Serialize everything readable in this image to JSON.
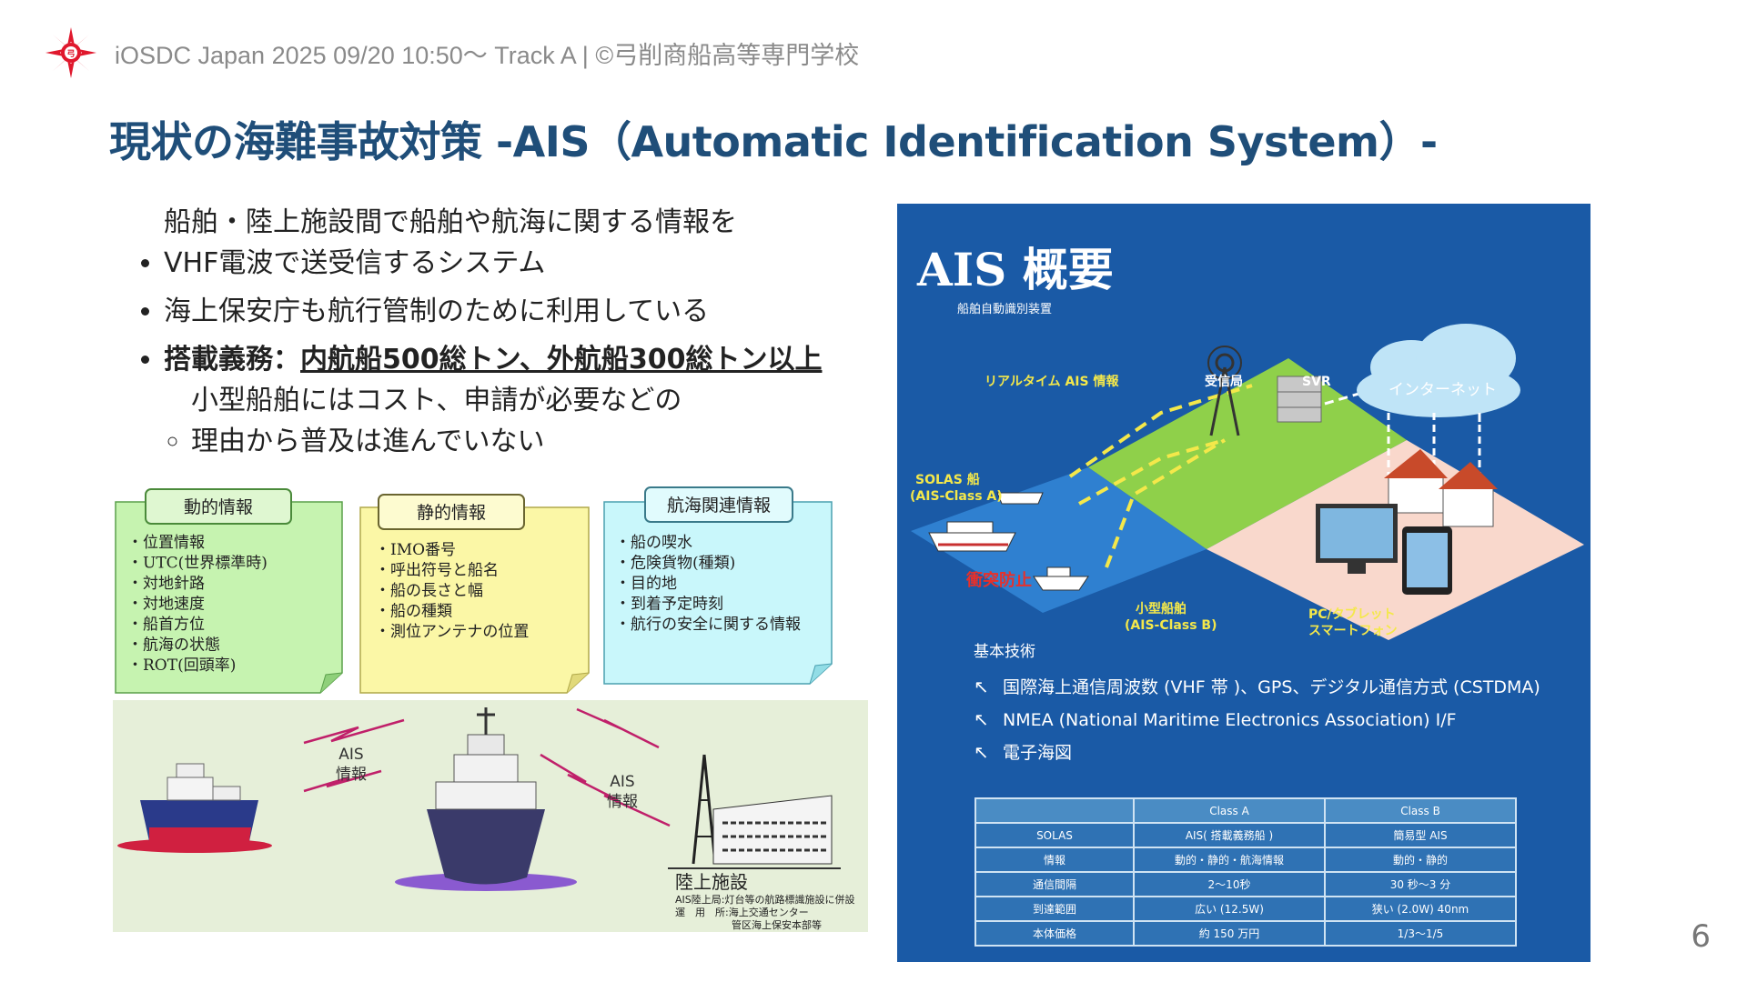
{
  "header": {
    "text": "iOSDC Japan 2025 09/20 10:50〜 Track A | ©弓削商船高等専門学校"
  },
  "title": "現状の海難事故対策 -AIS（Automatic Identification System）-",
  "bullets": {
    "b1": "船舶・陸上施設間で船舶や航海に関する情報を VHF電波で送受信するシステム",
    "b2": "海上保安庁も航行管制のために利用している",
    "b3_label": "搭載義務：",
    "b3_value": "内航船500総トン、外航船300総トン以上",
    "b3_sub": "小型船舶にはコスト、申請が必要などの 理由から普及は進んでいない"
  },
  "left_figure": {
    "dynamic": {
      "title": "動的情報",
      "items": [
        "・位置情報",
        "・UTC(世界標準時)",
        "・対地針路",
        "・対地速度",
        "・船首方位",
        "・航海の状態",
        "・ROT(回頭率)"
      ]
    },
    "static": {
      "title": "静的情報",
      "items": [
        "・IMO番号",
        "・呼出符号と船名",
        "・船の長さと幅",
        "・船の種類",
        "・測位アンテナの位置"
      ]
    },
    "voyage": {
      "title": "航海関連情報",
      "items": [
        "・船の喫水",
        "・危険貨物(種類)",
        "・目的地",
        "・到着予定時刻",
        "・航行の安全に関する情報"
      ]
    },
    "ais_label1": [
      "AIS",
      "情報"
    ],
    "ais_label2": [
      "AIS",
      "情報"
    ],
    "land_title": "陸上施設",
    "land_notes": [
      "AIS陸上局:灯台等の航路標識施設に併設",
      "運　用　所:海上交通センター",
      "管区海上保安本部等"
    ]
  },
  "right_figure": {
    "heading": "AIS 概要",
    "subheading": "船舶自動識別装置",
    "labels": {
      "realtime": "リアルタイム AIS 情報",
      "station": "受信局",
      "svr": "SVR",
      "internet": "インターネット",
      "solas": [
        "SOLAS 船",
        "(AIS-Class A)"
      ],
      "collision": "衝突防止",
      "small": [
        "小型船舶",
        "(AIS-Class B)"
      ],
      "pc": [
        "PC/タブレット",
        "スマートフォン"
      ]
    },
    "tech_title": "基本技術",
    "tech_items": [
      "国際海上通信周波数 (VHF 帯 )、GPS、デジタル通信方式 (CSTDMA)",
      "NMEA (National Maritime Electronics Association) I/F",
      "電子海図"
    ],
    "table": {
      "headers": [
        "",
        "Class A",
        "Class B"
      ],
      "rows": [
        [
          "SOLAS",
          "AIS( 搭載義務船 )",
          "簡易型 AIS"
        ],
        [
          "情報",
          "動的・静的・航海情報",
          "動的・静的"
        ],
        [
          "通信間隔",
          "2～10秒",
          "30 秒～3 分"
        ],
        [
          "到達範囲",
          "広い (12.5W)",
          "狭い (2.0W) 40nm"
        ],
        [
          "本体価格",
          "約 150 万円",
          "1/3～1/5"
        ]
      ]
    }
  },
  "page_number": "6",
  "colors": {
    "title": "#1f4e79",
    "panel": "#1a5aa6",
    "logo": "#e0182d"
  }
}
